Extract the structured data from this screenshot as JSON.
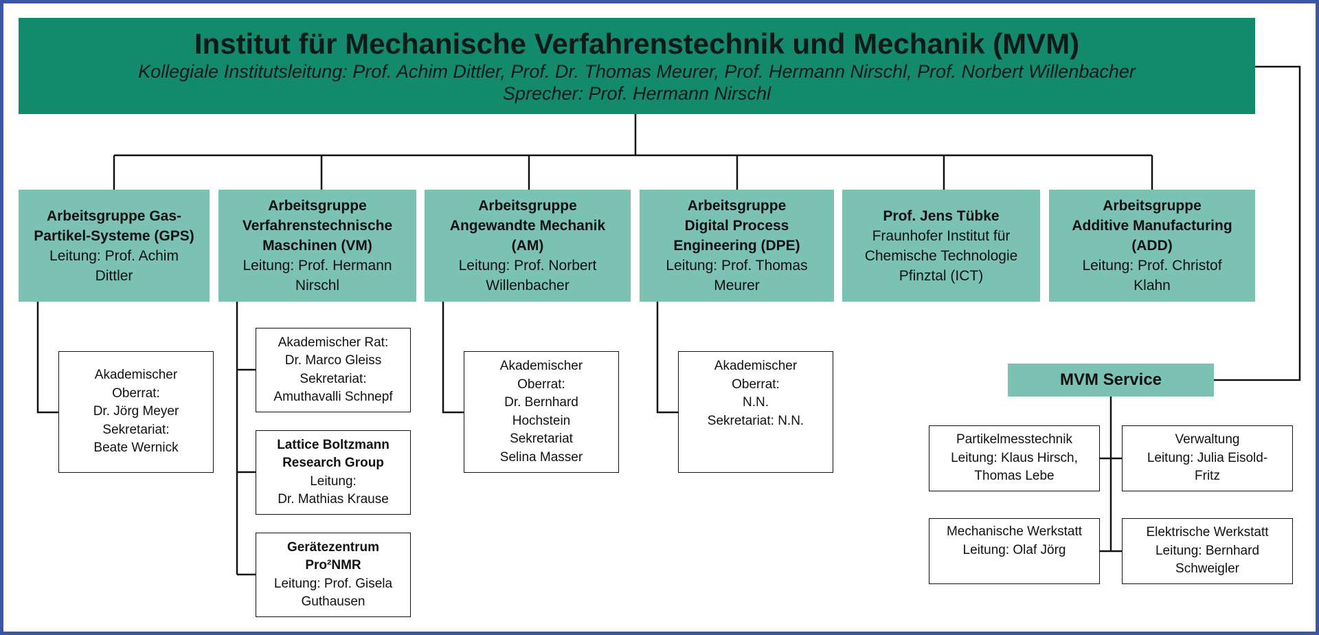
{
  "header": {
    "title": "Institut für Mechanische Verfahrenstechnik und Mechanik (MVM)",
    "leitung": "Kollegiale Institutsleitung: Prof. Achim Dittler, Prof. Dr. Thomas Meurer, Prof. Hermann Nirschl, Prof. Norbert Willenbacher",
    "sprecher": "Sprecher: Prof. Hermann Nirschl"
  },
  "groups": [
    {
      "lines": [
        "Arbeitsgruppe Gas-",
        "Partikel-Systeme (GPS)"
      ],
      "leitung": [
        "Leitung: Prof. Achim",
        "Dittler"
      ]
    },
    {
      "lines": [
        "Arbeitsgruppe",
        "Verfahrenstechnische",
        "Maschinen (VM)"
      ],
      "leitung": [
        "Leitung: Prof. Hermann",
        "Nirschl"
      ]
    },
    {
      "lines": [
        "Arbeitsgruppe",
        "Angewandte Mechanik",
        "(AM)"
      ],
      "leitung": [
        "Leitung: Prof. Norbert",
        "Willenbacher"
      ]
    },
    {
      "lines": [
        "Arbeitsgruppe",
        "Digital Process",
        "Engineering (DPE)"
      ],
      "leitung": [
        "Leitung: Prof. Thomas",
        "Meurer"
      ]
    },
    {
      "lines": [
        "Prof. Jens Tübke"
      ],
      "leitung": [
        "Fraunhofer Institut für",
        "Chemische Technologie",
        "Pfinztal (ICT)"
      ]
    },
    {
      "lines": [
        "Arbeitsgruppe",
        "Additive Manufacturing",
        "(ADD)"
      ],
      "leitung": [
        "Leitung: Prof. Christof",
        "Klahn"
      ]
    }
  ],
  "boxes": {
    "gps_oberrat": [
      "Akademischer",
      "Oberrat:",
      "Dr. Jörg Meyer",
      "Sekretariat:",
      "Beate Wernick"
    ],
    "vm_rat": [
      "Akademischer Rat:",
      "Dr. Marco Gleiss",
      "Sekretariat:",
      "Amuthavalli Schnepf"
    ],
    "vm_lattice": {
      "bold": [
        "Lattice Boltzmann",
        "Research Group"
      ],
      "lines": [
        "Leitung:",
        "Dr. Mathias Krause"
      ]
    },
    "vm_geraete": {
      "bold": [
        "Gerätezentrum",
        "Pro²NMR"
      ],
      "lines": [
        "Leitung: Prof. Gisela",
        "Guthausen"
      ]
    },
    "am_oberrat": [
      "Akademischer",
      "Oberrat:",
      "Dr. Bernhard",
      "Hochstein",
      "Sekretariat",
      "Selina Masser"
    ],
    "dpe_oberrat": [
      "Akademischer",
      "Oberrat:",
      "N.N.",
      "Sekretariat: N.N."
    ]
  },
  "service": {
    "title": "MVM Service",
    "items": [
      [
        "Partikelmesstechnik",
        "Leitung: Klaus Hirsch,",
        "Thomas Lebe"
      ],
      [
        "Verwaltung",
        "Leitung: Julia Eisold-",
        "Fritz"
      ],
      [
        "Mechanische Werkstatt",
        "Leitung: Olaf Jörg"
      ],
      [
        "Elektrische Werkstatt",
        "Leitung: Bernhard",
        "Schweigler"
      ]
    ]
  },
  "colors": {
    "header_bg": "#138a6e",
    "group_bg": "#7bc2b4",
    "frame_border": "#3b56a3"
  }
}
